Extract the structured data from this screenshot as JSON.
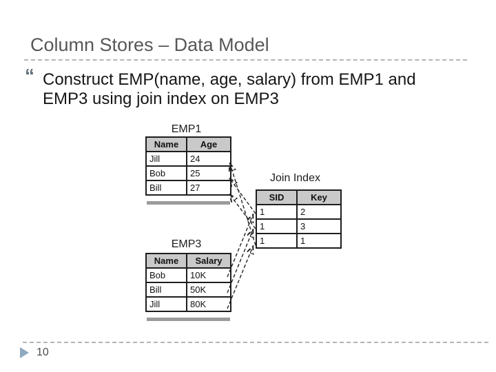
{
  "slide": {
    "title": "Column Stores – Data Model",
    "bullet_glyph": "“",
    "body_lines": [
      "Construct EMP(name, age, salary) from EMP1 and",
      "EMP3 using join index on EMP3"
    ],
    "page_number": "10"
  },
  "diagram": {
    "emp1": {
      "title": "EMP1",
      "columns": [
        "Name",
        "Age"
      ],
      "rows": [
        [
          "Jill",
          "24"
        ],
        [
          "Bob",
          "25"
        ],
        [
          "Bill",
          "27"
        ]
      ]
    },
    "join_index": {
      "title": "Join Index",
      "columns": [
        "SID",
        "Key"
      ],
      "rows": [
        [
          "1",
          "2"
        ],
        [
          "1",
          "3"
        ],
        [
          "1",
          "1"
        ]
      ]
    },
    "emp3": {
      "title": "EMP3",
      "columns": [
        "Name",
        "Salary"
      ],
      "rows": [
        [
          "Bob",
          "10K"
        ],
        [
          "Bill",
          "50K"
        ],
        [
          "Jill",
          "80K"
        ]
      ]
    }
  },
  "colors": {
    "title_text": "#575757",
    "body_text": "#161616",
    "dashed_divider": "#b4b4b4",
    "table_header_bg": "#c9c9c9",
    "table_border": "#1d1d1d",
    "accent_play_triangle": "#8fa9c0",
    "bullet_glyph": "#5d6d79"
  }
}
